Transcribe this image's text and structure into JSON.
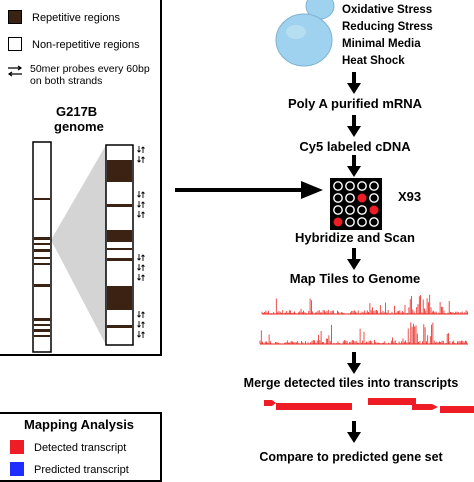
{
  "legend": {
    "items": [
      {
        "label": "Repetitive regions",
        "color": "#3b2314"
      },
      {
        "label": "Non-repetitive regions",
        "color": "#ffffff"
      }
    ],
    "probe_note_line1": "50mer probes every 60bp",
    "probe_note_line2": "on both strands",
    "genome_title_line1": "G217B",
    "genome_title_line2": "genome"
  },
  "conditions": [
    "Oxidative Stress",
    "Reducing Stress",
    "Minimal Media",
    "Heat Shock"
  ],
  "steps": {
    "mrna": "Poly A purified mRNA",
    "cdna": "Cy5 labeled cDNA",
    "array_count": "X93",
    "hybridize": "Hybridize and Scan",
    "map_tiles": "Map Tiles to Genome",
    "merge": "Merge detected tiles into transcripts",
    "compare": "Compare to predicted gene set"
  },
  "mapping": {
    "title": "Mapping Analysis",
    "items": [
      {
        "label": "Detected transcript",
        "color": "#ee1c24"
      },
      {
        "label": "Predicted transcript",
        "color": "#1f2dff"
      }
    ]
  },
  "colors": {
    "repeat": "#3b2314",
    "signal": "#e8251f",
    "yeast": "#9fd2ee",
    "arrow": "#000000"
  }
}
